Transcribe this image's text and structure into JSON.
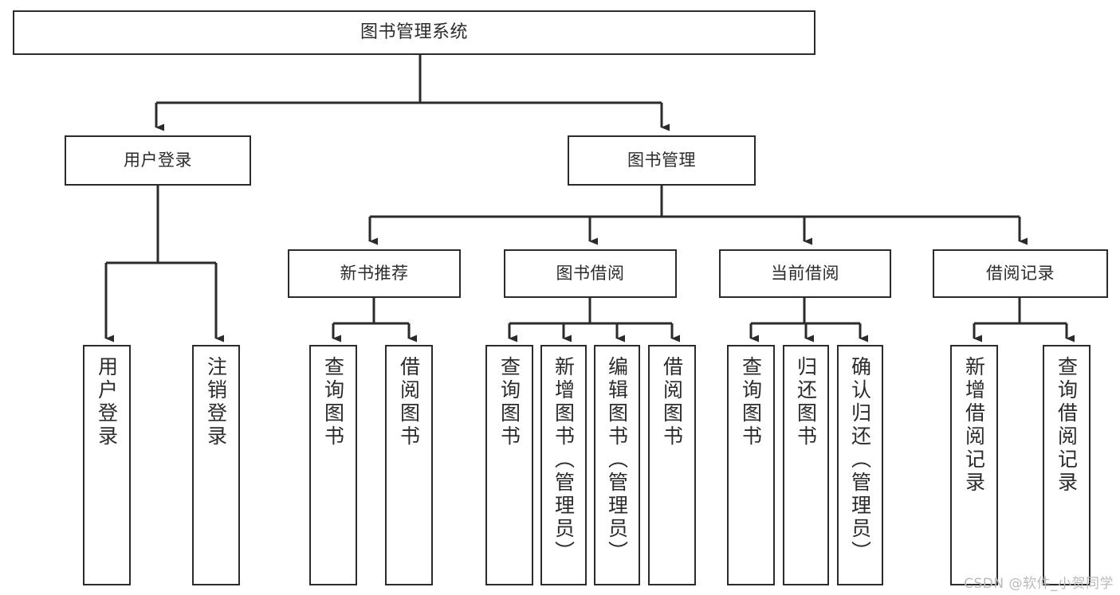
{
  "diagram": {
    "title": "图书管理系统",
    "type": "tree",
    "watermark": "CSDN @软件_小贺同学",
    "colors": {
      "box_border": "#2b2b2b",
      "box_fill": "#ffffff",
      "line": "#2b2b2b",
      "background": "#ffffff",
      "watermark": "#b9b9b9"
    },
    "nodes": {
      "root": {
        "label": "图书管理系统"
      },
      "level1": [
        {
          "label": "用户登录"
        },
        {
          "label": "图书管理"
        }
      ],
      "level2": [
        {
          "label": "新书推荐"
        },
        {
          "label": "图书借阅"
        },
        {
          "label": "当前借阅"
        },
        {
          "label": "借阅记录"
        }
      ],
      "leaves": {
        "user_login": [
          {
            "label": "用户登录"
          },
          {
            "label": "注销登录"
          }
        ],
        "new_book": [
          {
            "label": "查询图书"
          },
          {
            "label": "借阅图书"
          }
        ],
        "book_borrow": [
          {
            "label": "查询图书"
          },
          {
            "label": "新增图书（管理员）"
          },
          {
            "label": "编辑图书（管理员）"
          },
          {
            "label": "借阅图书"
          }
        ],
        "current_borrow": [
          {
            "label": "查询图书"
          },
          {
            "label": "归还图书"
          },
          {
            "label": "确认归还（管理员）"
          }
        ],
        "borrow_record": [
          {
            "label": "新增借阅记录"
          },
          {
            "label": "查询借阅记录"
          }
        ]
      }
    },
    "edges": [
      {
        "from": "图书管理系统",
        "to": "用户登录"
      },
      {
        "from": "图书管理系统",
        "to": "图书管理"
      },
      {
        "from": "用户登录",
        "to": "用户登录"
      },
      {
        "from": "用户登录",
        "to": "注销登录"
      },
      {
        "from": "图书管理",
        "to": "新书推荐"
      },
      {
        "from": "图书管理",
        "to": "图书借阅"
      },
      {
        "from": "图书管理",
        "to": "当前借阅"
      },
      {
        "from": "图书管理",
        "to": "借阅记录"
      },
      {
        "from": "新书推荐",
        "to": "查询图书"
      },
      {
        "from": "新书推荐",
        "to": "借阅图书"
      },
      {
        "from": "图书借阅",
        "to": "查询图书"
      },
      {
        "from": "图书借阅",
        "to": "新增图书（管理员）"
      },
      {
        "from": "图书借阅",
        "to": "编辑图书（管理员）"
      },
      {
        "from": "图书借阅",
        "to": "借阅图书"
      },
      {
        "from": "当前借阅",
        "to": "查询图书"
      },
      {
        "from": "当前借阅",
        "to": "归还图书"
      },
      {
        "from": "当前借阅",
        "to": "确认归还（管理员）"
      },
      {
        "from": "借阅记录",
        "to": "新增借阅记录"
      },
      {
        "from": "借阅记录",
        "to": "查询借阅记录"
      }
    ]
  }
}
